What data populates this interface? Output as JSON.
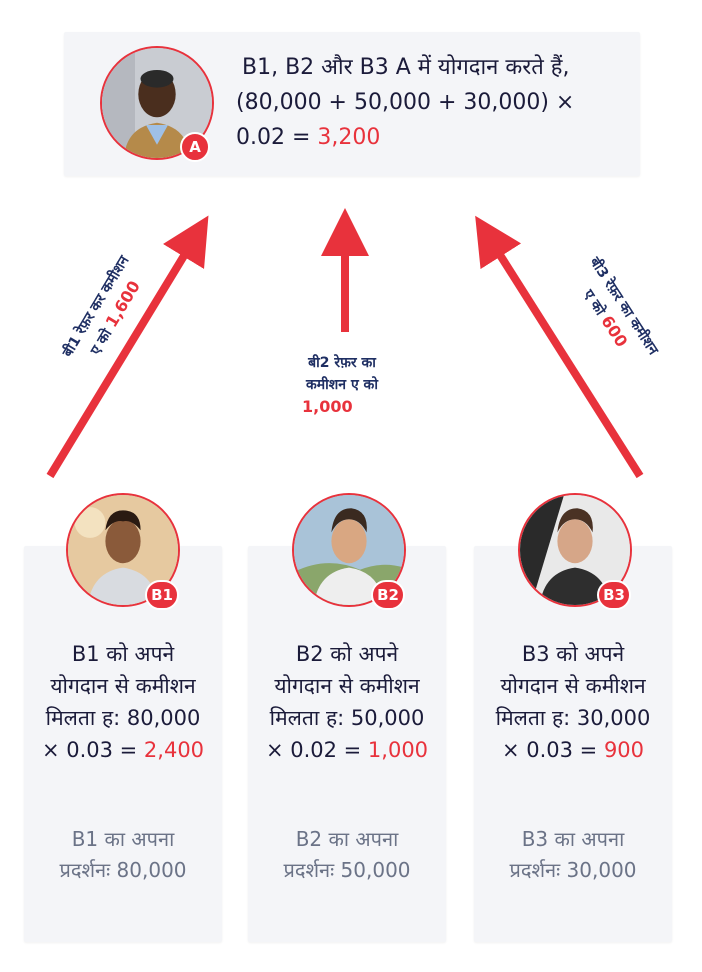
{
  "colors": {
    "accent": "#e8323c",
    "card": "#f4f5f8",
    "text": "#1b1b3a",
    "muted": "#6b7387",
    "label": "#1f2f63"
  },
  "top": {
    "badge": "A",
    "line1": "B1, B2 और B3 A में योगदान करते हैं,",
    "line2": "(80,000 + 50,000 + 30,000) ×",
    "line3_prefix": "0.02 = ",
    "line3_value": "3,200"
  },
  "arrows": {
    "left": {
      "line1": "बी1 रेफ़र कर कमीशन",
      "line2_prefix": "ए को ",
      "line2_value": "1,600"
    },
    "middle": {
      "line1": "बी2 रेफ़र का",
      "line2": "कमीशन ए को",
      "value": "1,000"
    },
    "right": {
      "line1": "बी3 रेफ़र का कमीशन",
      "line2_prefix": "ए को ",
      "line2_value": "600"
    }
  },
  "cards": [
    {
      "badge": "B1",
      "l1": "B1 को अपने",
      "l2": "योगदान से कमीशन",
      "l3": "मिलता ह: 80,000",
      "l4_prefix": "× 0.03 = ",
      "l4_value": "2,400",
      "sub1": "B1 का अपना",
      "sub2": "प्रदर्शनः 80,000"
    },
    {
      "badge": "B2",
      "l1": "B2 को अपने",
      "l2": "योगदान से कमीशन",
      "l3": "मिलता ह: 50,000",
      "l4_prefix": "× 0.02 = ",
      "l4_value": "1,000",
      "sub1": "B2 का अपना",
      "sub2": "प्रदर्शनः 50,000"
    },
    {
      "badge": "B3",
      "l1": "B3 को अपने",
      "l2": "योगदान से कमीशन",
      "l3": "मिलता ह: 30,000",
      "l4_prefix": "× 0.03 = ",
      "l4_value": "900",
      "sub1": "B3 का अपना",
      "sub2": "प्रदर्शनः 30,000"
    }
  ]
}
